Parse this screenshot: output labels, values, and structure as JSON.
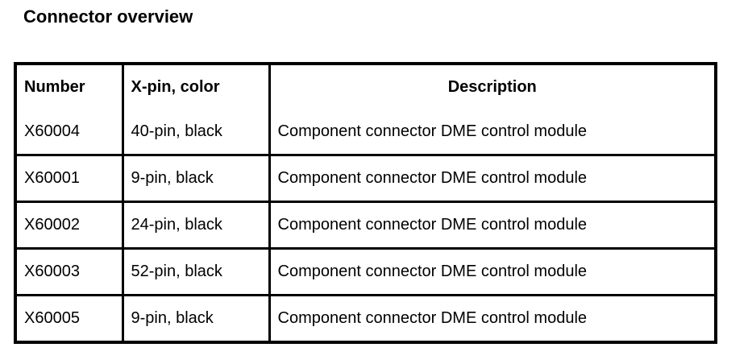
{
  "page": {
    "title": "Connector overview",
    "background_color": "#ffffff",
    "text_color": "#000000",
    "border_color": "#000000"
  },
  "table": {
    "columns": [
      "Number",
      "X-pin, color",
      "Description"
    ],
    "rows": [
      {
        "number": "X60004",
        "xpin_color": "40-pin, black",
        "description": "Component connector DME control module"
      },
      {
        "number": "X60001",
        "xpin_color": "9-pin, black",
        "description": "Component connector DME control module"
      },
      {
        "number": "X60002",
        "xpin_color": "24-pin, black",
        "description": "Component connector DME control module"
      },
      {
        "number": "X60003",
        "xpin_color": "52-pin, black",
        "description": "Component connector DME control module"
      },
      {
        "number": "X60005",
        "xpin_color": "9-pin, black",
        "description": "Component connector DME control module"
      }
    ]
  }
}
